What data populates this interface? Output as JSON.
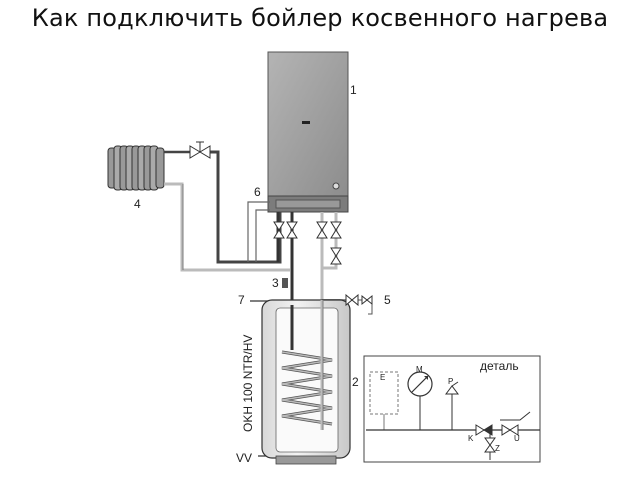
{
  "title": "Как подключить бойлер косвенного нагрева",
  "labels": {
    "boiler": "1",
    "detail_box": "2",
    "item3": "3",
    "radiator": "4",
    "item5": "5",
    "item6": "6",
    "item7": "7",
    "tank_model": "OKH 100 NTR/HV",
    "drain": "VV",
    "detail": "деталь",
    "e": "E",
    "m": "M",
    "p": "P",
    "k": "K",
    "u": "U",
    "z": "Z"
  }
}
